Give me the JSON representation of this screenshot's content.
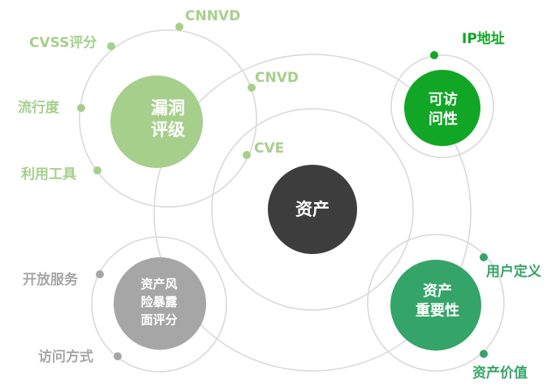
{
  "center": {
    "label": "资产",
    "color": "#3d3d3d"
  },
  "colors": {
    "ring": "#d9d9d9",
    "vuln": "#a6cf8c",
    "access": "#12a626",
    "risk": "#a6a6a6",
    "importance": "#35a468"
  },
  "hubs": [
    {
      "id": "vuln-rating",
      "lines": [
        "漏洞",
        "评级"
      ],
      "color": "#a6cf8c",
      "label_color": "#a6cf8c",
      "points": [
        "CNNVD",
        "CVSS评分",
        "CNVD",
        "流行度",
        "CVE",
        "利用工具"
      ]
    },
    {
      "id": "accessibility",
      "lines": [
        "可访",
        "问性"
      ],
      "color": "#12a626",
      "label_color": "#12a626",
      "points": [
        "IP地址"
      ]
    },
    {
      "id": "risk-exposure",
      "lines": [
        "资产风",
        "险暴露",
        "面评分"
      ],
      "color": "#a6a6a6",
      "label_color": "#a6a6a6",
      "points": [
        "开放服务",
        "访问方式"
      ]
    },
    {
      "id": "asset-importance",
      "lines": [
        "资产",
        "重要性"
      ],
      "color": "#35a468",
      "label_color": "#35a468",
      "points": [
        "用户定义",
        "资产价值"
      ]
    }
  ]
}
